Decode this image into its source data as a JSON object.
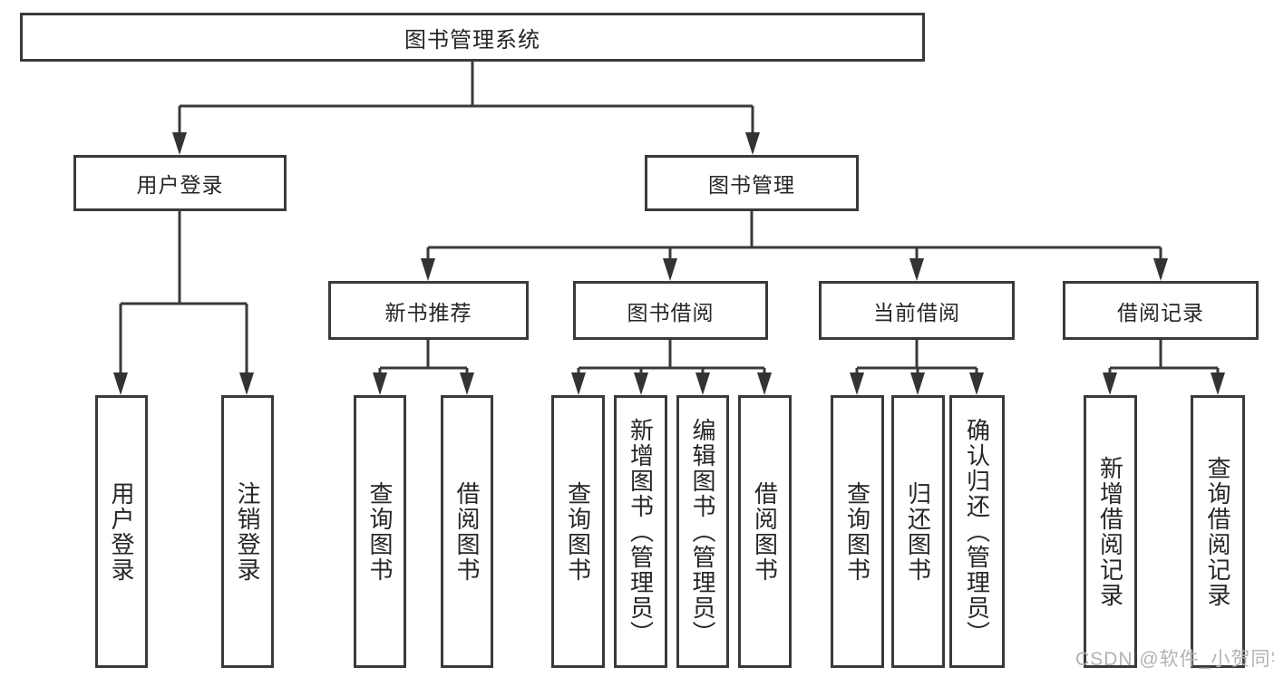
{
  "colors": {
    "line": "#3a3a3a",
    "box_border": "#3a3a3a",
    "text": "#262626",
    "watermark": "#b3b3b3",
    "background": "#ffffff"
  },
  "watermark": "CSDN @软件_小贺同学",
  "tree": {
    "root": {
      "label": "图书管理系统"
    },
    "branches": [
      {
        "label": "用户登录",
        "leaves": [
          {
            "label": "用户登录"
          },
          {
            "label": "注销登录"
          }
        ]
      },
      {
        "label": "图书管理",
        "groups": [
          {
            "label": "新书推荐",
            "leaves": [
              {
                "label": "查询图书"
              },
              {
                "label": "借阅图书"
              }
            ]
          },
          {
            "label": "图书借阅",
            "leaves": [
              {
                "label": "查询图书"
              },
              {
                "label": "新增图书（管理员）"
              },
              {
                "label": "编辑图书（管理员）"
              },
              {
                "label": "借阅图书"
              }
            ]
          },
          {
            "label": "当前借阅",
            "leaves": [
              {
                "label": "查询图书"
              },
              {
                "label": "归还图书"
              },
              {
                "label": "确认归还（管理员）"
              }
            ]
          },
          {
            "label": "借阅记录",
            "leaves": [
              {
                "label": "新增借阅记录"
              },
              {
                "label": "查询借阅记录"
              }
            ]
          }
        ]
      }
    ]
  }
}
